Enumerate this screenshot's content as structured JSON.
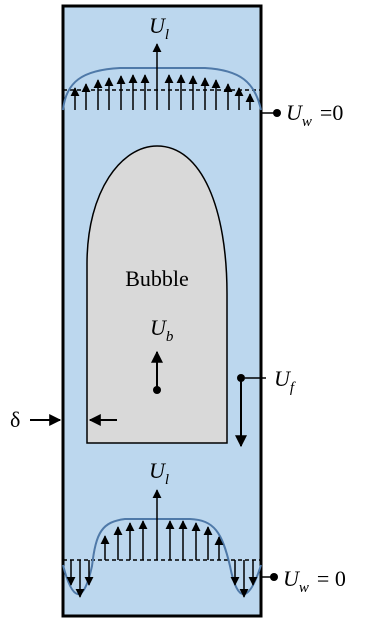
{
  "colors": {
    "liquid": "#bcd7ee",
    "bubble": "#d9d9d9",
    "profile": "#4f79a8",
    "ink": "#000000"
  },
  "labels": {
    "top_velocity": {
      "symbol": "U",
      "subscript": "l"
    },
    "wall_velocity_top": {
      "symbol": "U",
      "subscript": "w",
      "suffix": "=0"
    },
    "bubble": "Bubble",
    "bubble_velocity": {
      "symbol": "U",
      "subscript": "b"
    },
    "film_velocity": {
      "symbol": "U",
      "subscript": "f"
    },
    "film_thickness": "δ",
    "bottom_velocity": {
      "symbol": "U",
      "subscript": "l"
    },
    "wall_velocity_bottom": {
      "symbol": "U",
      "subscript": "w",
      "suffix": "= 0"
    }
  }
}
